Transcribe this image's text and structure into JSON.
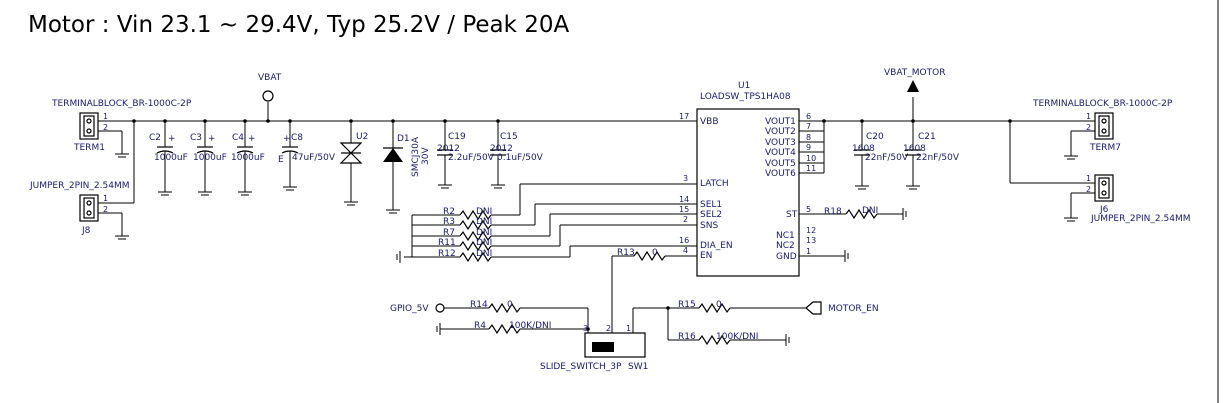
{
  "title": "Motor : Vin 23.1 ~ 29.4V, Typ 25.2V / Peak 20A",
  "nets": {
    "vbat": "VBAT",
    "vbat_motor": "VBAT_MOTOR",
    "gpio": "GPIO_5V",
    "motor_en": "MOTOR_EN"
  },
  "connectors": {
    "term1": {
      "type": "TERMINALBLOCK_BR-1000C-2P",
      "ref": "TERM1",
      "pins": [
        "1",
        "2"
      ]
    },
    "j8": {
      "type": "JUMPER_2PIN_2.54MM",
      "ref": "J8",
      "pins": [
        "1",
        "2"
      ]
    },
    "term7": {
      "type": "TERMINALBLOCK_BR-1000C-2P",
      "ref": "TERM7",
      "pins": [
        "1",
        "2"
      ]
    },
    "j6": {
      "type": "JUMPER_2PIN_2.54MM",
      "ref": "J6",
      "pins": [
        "1",
        "2"
      ]
    }
  },
  "capacitors": {
    "c2": {
      "ref": "C2",
      "value": "1000uF"
    },
    "c3": {
      "ref": "C3",
      "value": "1000uF"
    },
    "c4": {
      "ref": "C4",
      "value": "1000uF"
    },
    "c8": {
      "ref": "C8",
      "value": "47uF/50V",
      "extra": "E"
    },
    "c19": {
      "ref": "C19",
      "pkg": "2012",
      "value": "2.2uF/50V"
    },
    "c15": {
      "ref": "C15",
      "pkg": "2012",
      "value": "0.1uF/50V"
    },
    "c20": {
      "ref": "C20",
      "pkg": "1608",
      "value": "22nF/50V"
    },
    "c21": {
      "ref": "C21",
      "pkg": "1608",
      "value": "22nF/50V"
    }
  },
  "diodes": {
    "u2": {
      "ref": "U2"
    },
    "d1": {
      "ref": "D1",
      "part": "SMCJ30A",
      "value": "30V"
    }
  },
  "ic": {
    "ref": "U1",
    "part": "LOADSW_TPS1HA08",
    "left_pins": [
      {
        "num": "17",
        "name": "VBB"
      },
      {
        "num": "3",
        "name": "LATCH"
      },
      {
        "num": "14",
        "name": "SEL1"
      },
      {
        "num": "15",
        "name": "SEL2"
      },
      {
        "num": "2",
        "name": "SNS"
      },
      {
        "num": "16",
        "name": "DIA_EN"
      },
      {
        "num": "4",
        "name": "EN"
      }
    ],
    "right_pins": [
      {
        "num": "6",
        "name": "VOUT1"
      },
      {
        "num": "7",
        "name": "VOUT2"
      },
      {
        "num": "8",
        "name": "VOUT3"
      },
      {
        "num": "9",
        "name": "VOUT4"
      },
      {
        "num": "10",
        "name": "VOUT5"
      },
      {
        "num": "11",
        "name": "VOUT6"
      },
      {
        "num": "5",
        "name": "ST"
      },
      {
        "num": "12",
        "name": "NC1"
      },
      {
        "num": "13",
        "name": "NC2"
      },
      {
        "num": "1",
        "name": "GND"
      }
    ]
  },
  "resistors": {
    "r2": {
      "ref": "R2",
      "value": "DNI"
    },
    "r3": {
      "ref": "R3",
      "value": "DNI"
    },
    "r7": {
      "ref": "R7",
      "value": "DNI"
    },
    "r11": {
      "ref": "R11",
      "value": "DNI"
    },
    "r12": {
      "ref": "R12",
      "value": "DNI"
    },
    "r13": {
      "ref": "R13",
      "value": "0"
    },
    "r18": {
      "ref": "R18",
      "value": "DNI"
    },
    "r14": {
      "ref": "R14",
      "value": "0"
    },
    "r4": {
      "ref": "R4",
      "value": "100K/DNI"
    },
    "r15": {
      "ref": "R15",
      "value": "0"
    },
    "r16": {
      "ref": "R16",
      "value": "100K/DNI"
    }
  },
  "switch": {
    "ref": "SW1",
    "part": "SLIDE_SWITCH_3P",
    "pins": [
      "1",
      "2",
      "3"
    ]
  }
}
